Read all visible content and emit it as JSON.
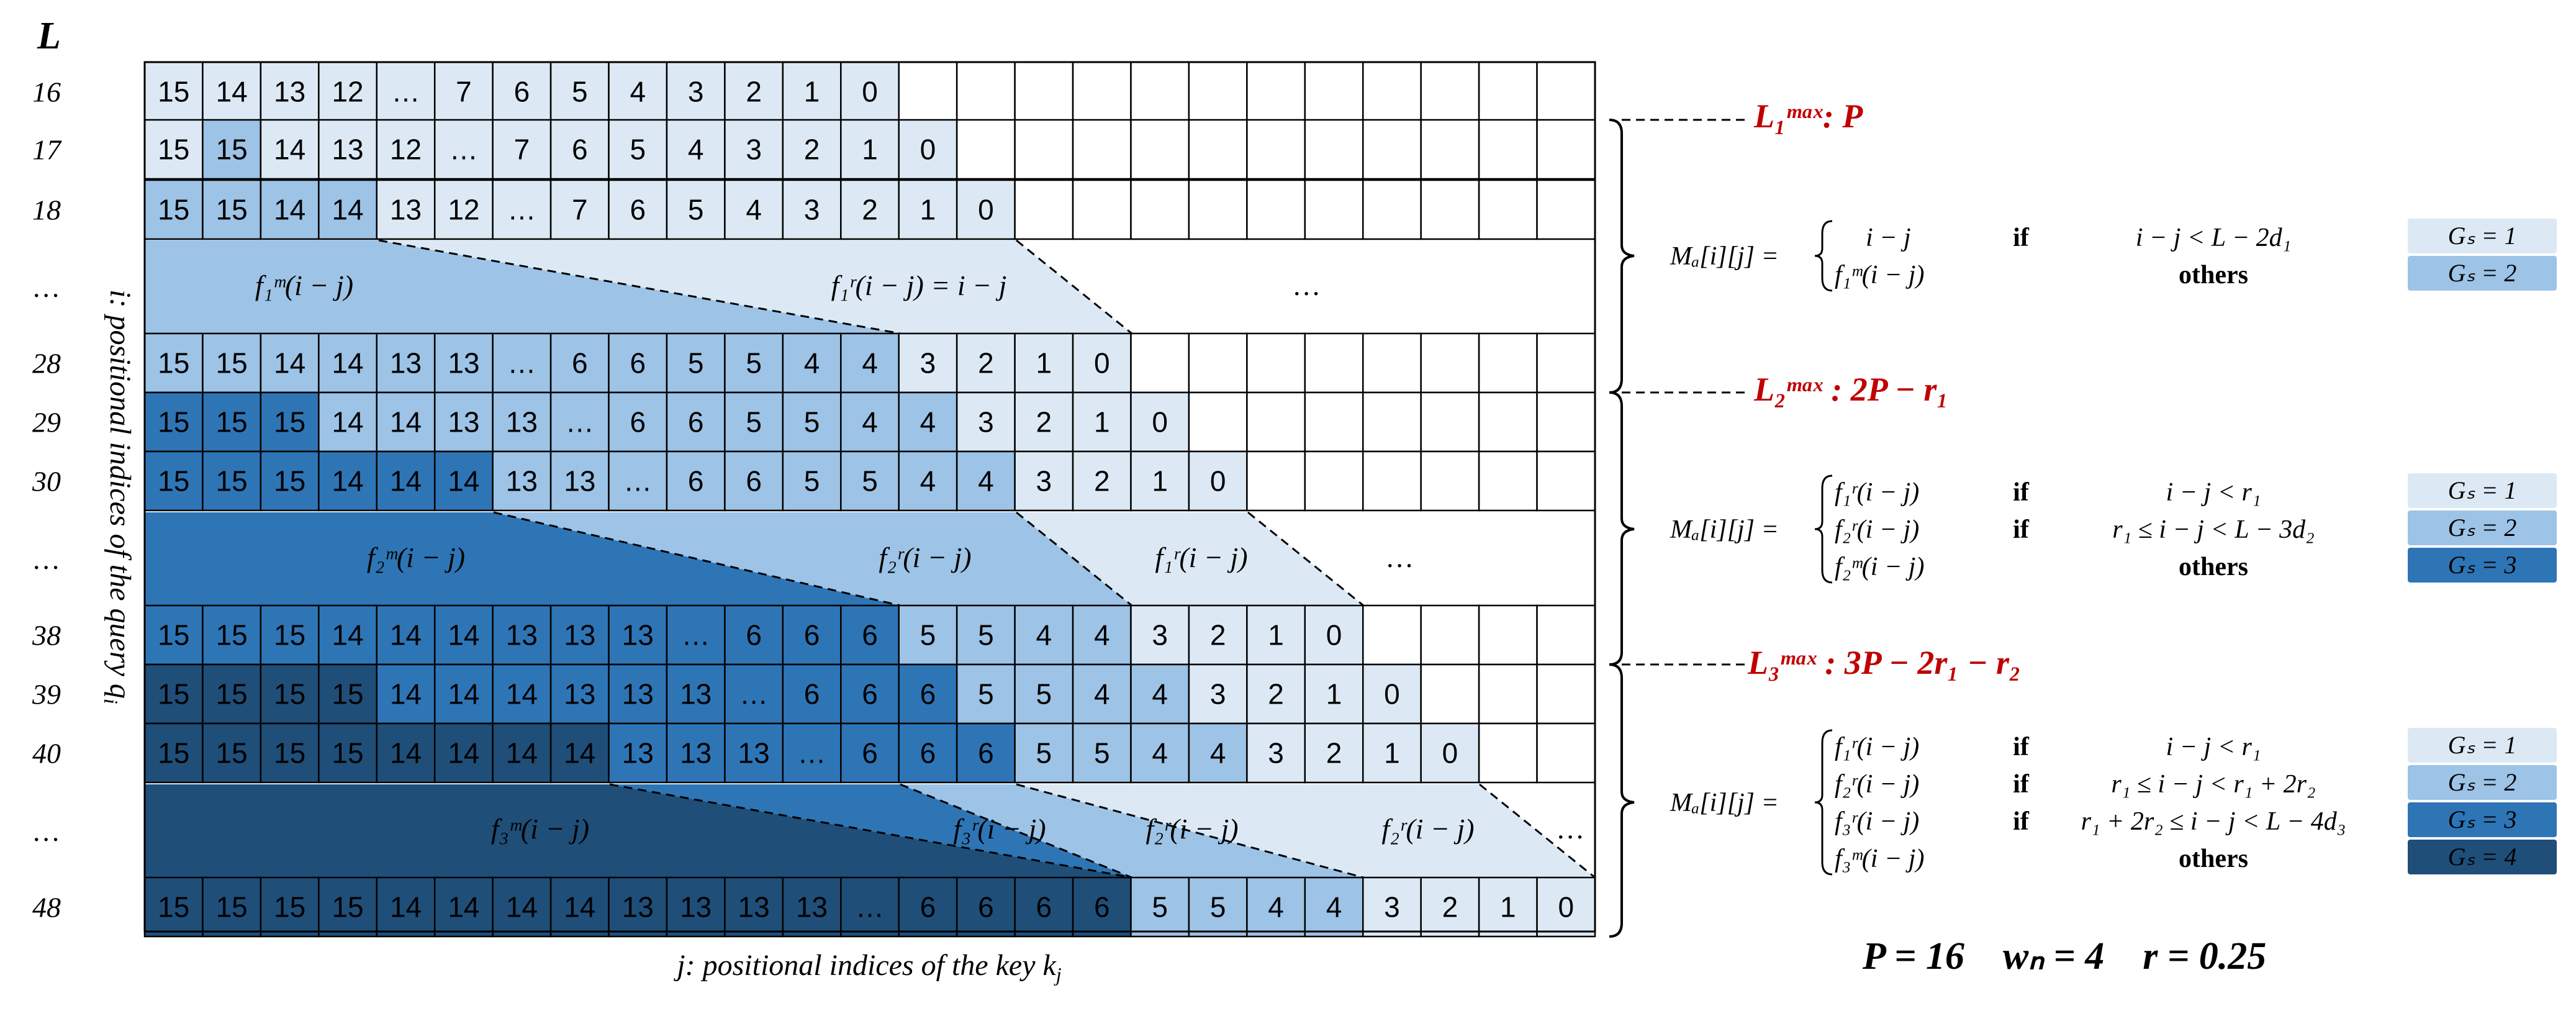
{
  "axis": {
    "y_title": "L",
    "y_axis_label": "i: positional indices of the query q",
    "y_axis_sub": "i",
    "x_axis_label": "j: positional indices of the key k",
    "x_axis_sub": "j"
  },
  "colors": {
    "c1": "#dce9f5",
    "c2": "#9dc3e6",
    "c3": "#2e75b6",
    "c4": "#1f4e79",
    "white": "#ffffff",
    "red": "#c00000"
  },
  "rows": [
    {
      "label": "16",
      "cells": [
        "15",
        "14",
        "13",
        "12",
        "…",
        "7",
        "6",
        "5",
        "4",
        "3",
        "2",
        "1",
        "0"
      ],
      "levels": [
        1,
        1,
        1,
        1,
        1,
        1,
        1,
        1,
        1,
        1,
        1,
        1,
        1
      ]
    },
    {
      "label": "17",
      "cells": [
        "15",
        "15",
        "14",
        "13",
        "12",
        "…",
        "7",
        "6",
        "5",
        "4",
        "3",
        "2",
        "1",
        "0"
      ],
      "levels": [
        1,
        2,
        1,
        1,
        1,
        1,
        1,
        1,
        1,
        1,
        1,
        1,
        1,
        1
      ]
    },
    {
      "label": "18",
      "cells": [
        "15",
        "15",
        "14",
        "14",
        "13",
        "12",
        "…",
        "7",
        "6",
        "5",
        "4",
        "3",
        "2",
        "1",
        "0"
      ],
      "levels": [
        2,
        2,
        2,
        2,
        1,
        1,
        1,
        1,
        1,
        1,
        1,
        1,
        1,
        1,
        1
      ]
    },
    {
      "label": "28",
      "cells": [
        "15",
        "15",
        "14",
        "14",
        "13",
        "13",
        "…",
        "6",
        "6",
        "5",
        "5",
        "4",
        "4",
        "3",
        "2",
        "1",
        "0"
      ],
      "levels": [
        2,
        2,
        2,
        2,
        2,
        2,
        2,
        2,
        2,
        2,
        2,
        2,
        2,
        1,
        1,
        1,
        1
      ]
    },
    {
      "label": "29",
      "cells": [
        "15",
        "15",
        "15",
        "14",
        "14",
        "13",
        "13",
        "…",
        "6",
        "6",
        "5",
        "5",
        "4",
        "4",
        "3",
        "2",
        "1",
        "0"
      ],
      "levels": [
        3,
        3,
        3,
        2,
        2,
        2,
        2,
        2,
        2,
        2,
        2,
        2,
        2,
        2,
        1,
        1,
        1,
        1
      ]
    },
    {
      "label": "30",
      "cells": [
        "15",
        "15",
        "15",
        "14",
        "14",
        "14",
        "13",
        "13",
        "…",
        "6",
        "6",
        "5",
        "5",
        "4",
        "4",
        "3",
        "2",
        "1",
        "0"
      ],
      "levels": [
        3,
        3,
        3,
        3,
        3,
        3,
        2,
        2,
        2,
        2,
        2,
        2,
        2,
        2,
        2,
        1,
        1,
        1,
        1
      ]
    },
    {
      "label": "38",
      "cells": [
        "15",
        "15",
        "15",
        "14",
        "14",
        "14",
        "13",
        "13",
        "13",
        "…",
        "6",
        "6",
        "6",
        "5",
        "5",
        "4",
        "4",
        "3",
        "2",
        "1",
        "0"
      ],
      "levels": [
        3,
        3,
        3,
        3,
        3,
        3,
        3,
        3,
        3,
        3,
        3,
        3,
        3,
        2,
        2,
        2,
        2,
        1,
        1,
        1,
        1
      ]
    },
    {
      "label": "39",
      "cells": [
        "15",
        "15",
        "15",
        "15",
        "14",
        "14",
        "14",
        "13",
        "13",
        "13",
        "…",
        "6",
        "6",
        "6",
        "5",
        "5",
        "4",
        "4",
        "3",
        "2",
        "1",
        "0"
      ],
      "levels": [
        4,
        4,
        4,
        4,
        3,
        3,
        3,
        3,
        3,
        3,
        3,
        3,
        3,
        3,
        2,
        2,
        2,
        2,
        1,
        1,
        1,
        1
      ]
    },
    {
      "label": "40",
      "cells": [
        "15",
        "15",
        "15",
        "15",
        "14",
        "14",
        "14",
        "14",
        "13",
        "13",
        "13",
        "…",
        "6",
        "6",
        "6",
        "5",
        "5",
        "4",
        "4",
        "3",
        "2",
        "1",
        "0"
      ],
      "levels": [
        4,
        4,
        4,
        4,
        4,
        4,
        4,
        4,
        3,
        3,
        3,
        3,
        3,
        3,
        3,
        2,
        2,
        2,
        2,
        1,
        1,
        1,
        1
      ]
    },
    {
      "label": "48",
      "cells": [
        "15",
        "15",
        "15",
        "15",
        "14",
        "14",
        "14",
        "14",
        "13",
        "13",
        "13",
        "13",
        "…",
        "6",
        "6",
        "6",
        "6",
        "5",
        "5",
        "4",
        "4",
        "3",
        "2",
        "1",
        "0"
      ],
      "levels": [
        4,
        4,
        4,
        4,
        4,
        4,
        4,
        4,
        4,
        4,
        4,
        4,
        4,
        4,
        4,
        4,
        4,
        2,
        2,
        2,
        2,
        1,
        1,
        1,
        1
      ]
    }
  ],
  "gap_labels": [
    "…",
    "…",
    "…"
  ],
  "regions": {
    "gap1": {
      "fm": "f₁ᵐ(i − j)",
      "fr": "f₁ʳ(i − j) =  i − j",
      "dots": "…"
    },
    "gap2": {
      "fm": "f₂ᵐ(i − j)",
      "fr2": "f₂ʳ(i − j)",
      "fr1": "f₁ʳ(i − j)",
      "dots": "…"
    },
    "gap3": {
      "fm": "f₃ᵐ(i − j)",
      "fr3": "f₃ʳ(i − j)",
      "fr2a": "f₂ʳ(i − j)",
      "fr2b": "f₂ʳ(i − j)",
      "dots": "…"
    }
  },
  "lmax": [
    {
      "text": "L₁ᵐᵃˣ: P"
    },
    {
      "text": "L₂ᵐᵃˣ : 2P − r₁"
    },
    {
      "text": "L₃ᵐᵃˣ : 3P − 2r₁ − r₂"
    }
  ],
  "formulas": [
    {
      "lhs": "Mₐ[i][j] =",
      "cases": [
        {
          "expr": "i − j",
          "kw": "if",
          "cond": "i − j < L − 2d₁"
        },
        {
          "expr": "f₁ᵐ(i − j)",
          "kw": "",
          "cond": "others"
        }
      ],
      "gs": [
        "Gₛ = 1",
        "Gₛ = 2"
      ]
    },
    {
      "lhs": "Mₐ[i][j] =",
      "cases": [
        {
          "expr": "f₁ʳ(i − j)",
          "kw": "if",
          "cond": "i − j < r₁"
        },
        {
          "expr": "f₂ʳ(i − j)",
          "kw": "if",
          "cond": "r₁ ≤ i − j < L − 3d₂"
        },
        {
          "expr": "f₂ᵐ(i − j)",
          "kw": "",
          "cond": "others"
        }
      ],
      "gs": [
        "Gₛ = 1",
        "Gₛ = 2",
        "Gₛ = 3"
      ]
    },
    {
      "lhs": "Mₐ[i][j] =",
      "cases": [
        {
          "expr": "f₁ʳ(i − j)",
          "kw": "if",
          "cond": "i − j < r₁"
        },
        {
          "expr": "f₂ʳ(i − j)",
          "kw": "if",
          "cond": "r₁ ≤ i − j < r₁ + 2r₂"
        },
        {
          "expr": "f₃ʳ(i − j)",
          "kw": "if",
          "cond": "r₁ + 2r₂ ≤ i − j < L − 4d₃"
        },
        {
          "expr": "f₃ᵐ(i − j)",
          "kw": "",
          "cond": "others"
        }
      ],
      "gs": [
        "Gₛ = 1",
        "Gₛ = 2",
        "Gₛ = 3",
        "Gₛ = 4"
      ]
    }
  ],
  "params": "P = 16    wₙ = 4    r = 0.25"
}
